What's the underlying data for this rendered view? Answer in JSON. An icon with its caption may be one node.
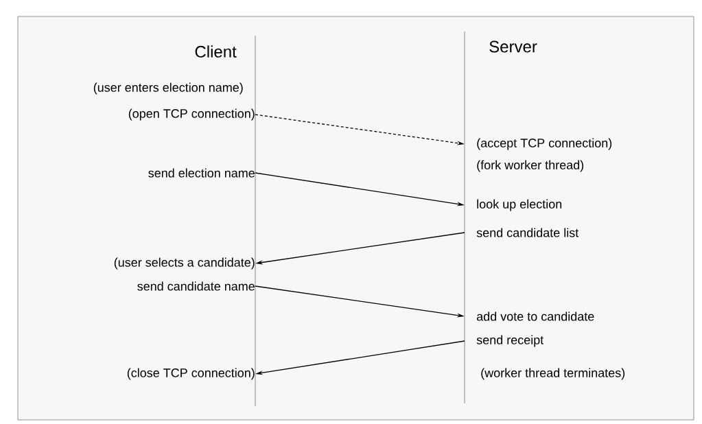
{
  "diagram": {
    "nodes": [
      {
        "text": [
          "(open TCP connection)"
        ]
      },
      {
        "text": [
          "(accept TCP connection)"
        ]
      },
      {
        "text": [
          "send election name"
        ]
      },
      {
        "text": [
          "look up election"
        ]
      },
      {
        "text": [
          "send candidate list"
        ]
      },
      {
        "text": [
          "(user selects a candidate)"
        ]
      },
      {
        "text": [
          "send candidate name"
        ]
      },
      {
        "text": [
          "add vote to candidate"
        ]
      },
      {
        "text": [
          "send receipt"
        ]
      },
      {
        "text": [
          "(close TCP connection)"
        ]
      }
    ],
    "edges": [
      {
        "from": 0,
        "to": 1,
        "arrow": "to",
        "style": "dashed"
      },
      {
        "from": 2,
        "to": 3,
        "arrow": "to"
      },
      {
        "from": 4,
        "to": 5,
        "arrow": "to"
      },
      {
        "from": 6,
        "to": 7,
        "arrow": "to"
      },
      {
        "from": 8,
        "to": 9,
        "arrow": "to"
      }
    ],
    "labels": [
      "Client",
      "Server",
      "(user enters election name)",
      "(fork worker thread)",
      "(worker thread terminates)"
    ]
  }
}
